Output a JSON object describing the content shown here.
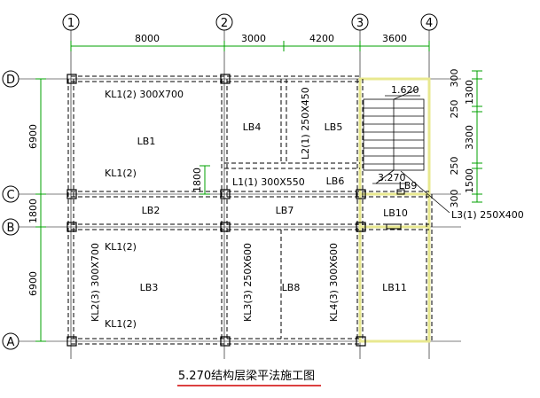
{
  "grid_axes": {
    "numbered": [
      "1",
      "2",
      "3",
      "4"
    ],
    "lettered": [
      "D",
      "C",
      "B",
      "A"
    ]
  },
  "dimensions": {
    "top": [
      "8000",
      "3000",
      "4200",
      "3600"
    ],
    "left": [
      "6900",
      "1800",
      "6900"
    ],
    "right": [
      "300",
      "1300",
      "250",
      "3300",
      "250",
      "1500",
      "300"
    ],
    "inner": [
      "1800"
    ]
  },
  "slabs": [
    "LB1",
    "LB2",
    "LB3",
    "LB4",
    "LB5",
    "LB6",
    "LB7",
    "LB8",
    "LB9",
    "LB10",
    "LB11"
  ],
  "beams": {
    "kl1_top": "KL1(2) 300X700",
    "kl1_mid": "KL1(2)",
    "kl1_lower": "KL1(2)",
    "kl1_bottom": "KL1(2)",
    "kl2": "KL2(3) 300X700",
    "kl3": "KL3(3) 250X600",
    "kl4": "KL4(3) 300X600",
    "l1": "L1(1) 300X550",
    "l2": "L2(1) 250X450",
    "l3": "L3(1) 250X400"
  },
  "elevations": {
    "upper": "1.620",
    "lower": "3.270"
  },
  "title": "5.270结构层梁平法施工图",
  "colors": {
    "dim_line": "#00a000",
    "stair": "#e8e890",
    "accent": "#d00000"
  }
}
